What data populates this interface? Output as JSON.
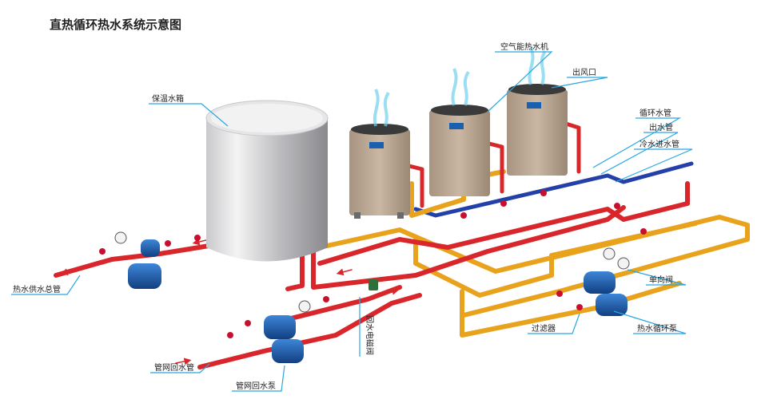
{
  "title": "直热循环热水系统示意图",
  "labels": {
    "heat_pump": "空气能热水机",
    "air_outlet": "出风口",
    "insulated_tank": "保温水箱",
    "circulation_pipe": "循环水管",
    "outlet_pipe": "出水管",
    "cold_water_inlet": "冷水进水管",
    "hot_water_main": "热水供水总管",
    "check_valve": "单向阀",
    "filter": "过滤器",
    "hot_water_circ_pump": "热水循环泵",
    "return_solenoid_valve": "回水电磁阀",
    "network_return_pipe": "管网回水管",
    "network_return_pump": "管网回水泵"
  },
  "colors": {
    "hot_pipe": "#d9262b",
    "cold_pipe": "#2340a8",
    "circ_pipe": "#e8a21c",
    "fitting": "#6fc3cf",
    "leader_line": "#29a8e0",
    "unit_body": "#b8a48e",
    "pump_body": "#1d5fb3",
    "valve_handle": "#c8102e"
  },
  "icons": [
    "heat-pump-unit",
    "tank",
    "pump",
    "valve",
    "pressure-gauge",
    "air-flow"
  ]
}
